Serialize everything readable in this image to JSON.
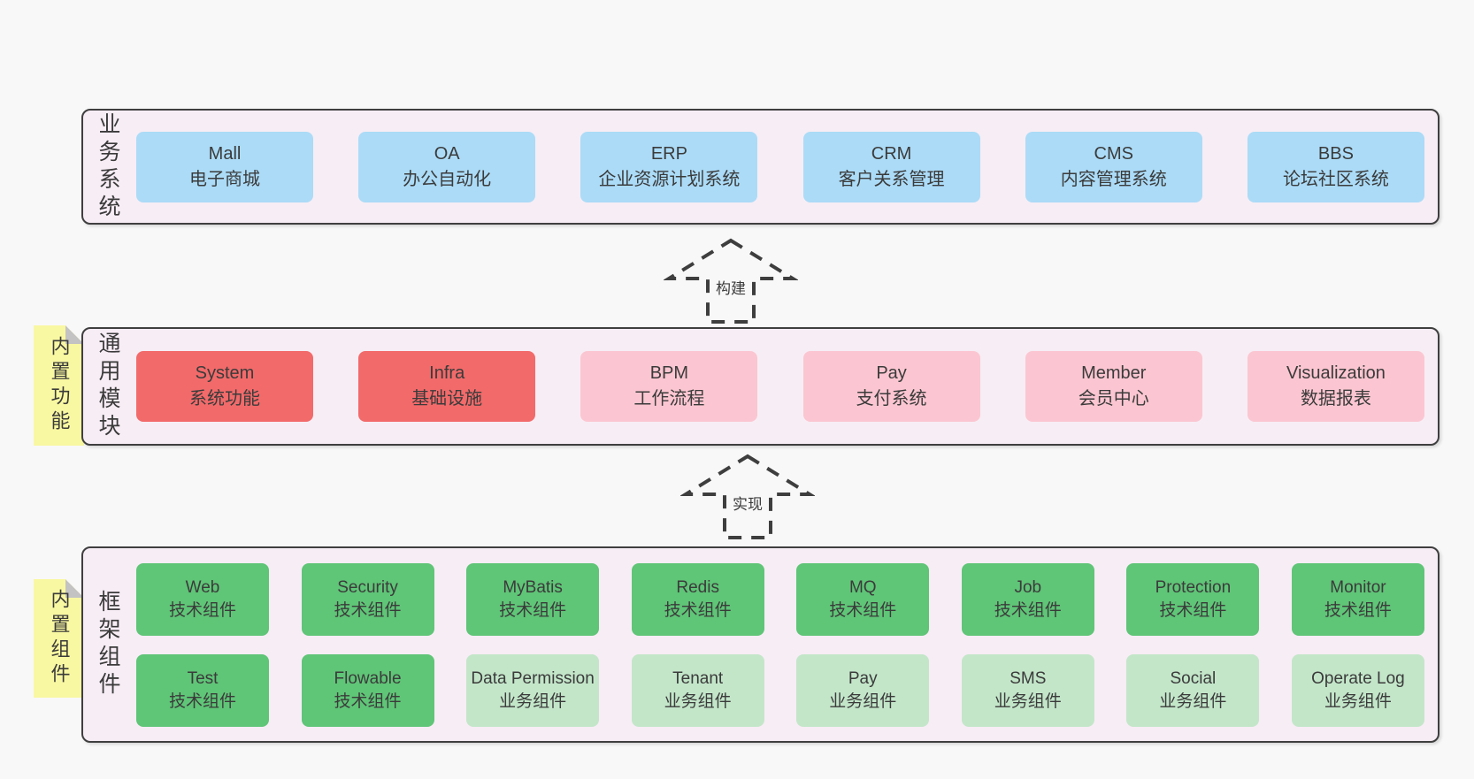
{
  "colors": {
    "page_bg": "#f8f8f8",
    "panel_bg": "#f7edf5",
    "panel_border": "#3f3f3f",
    "blue": "#abdbf7",
    "red": "#f26a6a",
    "pink": "#fbc6d1",
    "green_dark": "#5fc577",
    "green_light": "#c3e6c9",
    "note_yellow": "#f9f8a2",
    "fold_gray": "#c3c3c3",
    "text": "#3b3b3b"
  },
  "sections": [
    {
      "id": "business-systems",
      "label": "业务系统",
      "boxes": [
        {
          "title": "Mall",
          "subtitle": "电子商城",
          "variant": "blue"
        },
        {
          "title": "OA",
          "subtitle": "办公自动化",
          "variant": "blue"
        },
        {
          "title": "ERP",
          "subtitle": "企业资源计划系统",
          "variant": "blue"
        },
        {
          "title": "CRM",
          "subtitle": "客户关系管理",
          "variant": "blue"
        },
        {
          "title": "CMS",
          "subtitle": "内容管理系统",
          "variant": "blue"
        },
        {
          "title": "BBS",
          "subtitle": "论坛社区系统",
          "variant": "blue"
        }
      ]
    },
    {
      "id": "common-modules",
      "label": "通用模块",
      "note": "内置功能",
      "boxes": [
        {
          "title": "System",
          "subtitle": "系统功能",
          "variant": "red"
        },
        {
          "title": "Infra",
          "subtitle": "基础设施",
          "variant": "red"
        },
        {
          "title": "BPM",
          "subtitle": "工作流程",
          "variant": "pink"
        },
        {
          "title": "Pay",
          "subtitle": "支付系统",
          "variant": "pink"
        },
        {
          "title": "Member",
          "subtitle": "会员中心",
          "variant": "pink"
        },
        {
          "title": "Visualization",
          "subtitle": "数据报表",
          "variant": "pink"
        }
      ]
    },
    {
      "id": "framework-components",
      "label": "框架组件",
      "note": "内置组件",
      "rows": [
        [
          {
            "title": "Web",
            "subtitle": "技术组件",
            "variant": "green"
          },
          {
            "title": "Security",
            "subtitle": "技术组件",
            "variant": "green"
          },
          {
            "title": "MyBatis",
            "subtitle": "技术组件",
            "variant": "green"
          },
          {
            "title": "Redis",
            "subtitle": "技术组件",
            "variant": "green"
          },
          {
            "title": "MQ",
            "subtitle": "技术组件",
            "variant": "green"
          },
          {
            "title": "Job",
            "subtitle": "技术组件",
            "variant": "green"
          },
          {
            "title": "Protection",
            "subtitle": "技术组件",
            "variant": "green"
          },
          {
            "title": "Monitor",
            "subtitle": "技术组件",
            "variant": "green"
          }
        ],
        [
          {
            "title": "Test",
            "subtitle": "技术组件",
            "variant": "green"
          },
          {
            "title": "Flowable",
            "subtitle": "技术组件",
            "variant": "green"
          },
          {
            "title": "Data Permission",
            "subtitle": "业务组件",
            "variant": "green-light"
          },
          {
            "title": "Tenant",
            "subtitle": "业务组件",
            "variant": "green-light"
          },
          {
            "title": "Pay",
            "subtitle": "业务组件",
            "variant": "green-light"
          },
          {
            "title": "SMS",
            "subtitle": "业务组件",
            "variant": "green-light"
          },
          {
            "title": "Social",
            "subtitle": "业务组件",
            "variant": "green-light"
          },
          {
            "title": "Operate Log",
            "subtitle": "业务组件",
            "variant": "green-light"
          }
        ]
      ]
    }
  ],
  "arrows": [
    {
      "label": "构建"
    },
    {
      "label": "实现"
    }
  ]
}
